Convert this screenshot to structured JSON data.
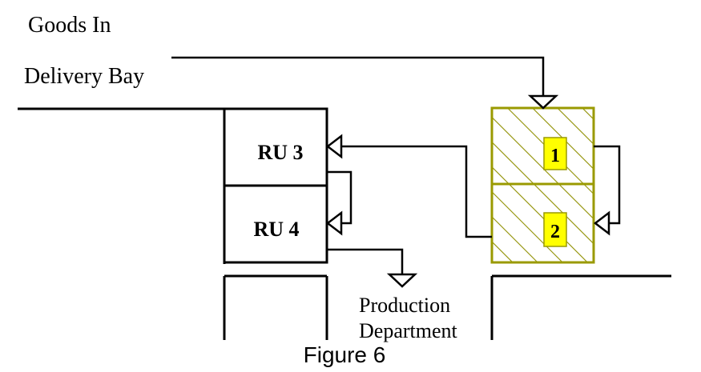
{
  "labels": {
    "goods_in": "Goods In",
    "delivery_bay": "Delivery Bay",
    "ru3": "RU 3",
    "ru4": "RU 4",
    "production_line1": "Production",
    "production_line2": "Department",
    "figure_caption": "Figure 6"
  },
  "storage": {
    "cell1": "1",
    "cell2": "2"
  },
  "colors": {
    "line": "#000000",
    "storage_border": "#9a9a00",
    "storage_hatch": "#8f8f00",
    "number_bg": "#ffff00"
  }
}
